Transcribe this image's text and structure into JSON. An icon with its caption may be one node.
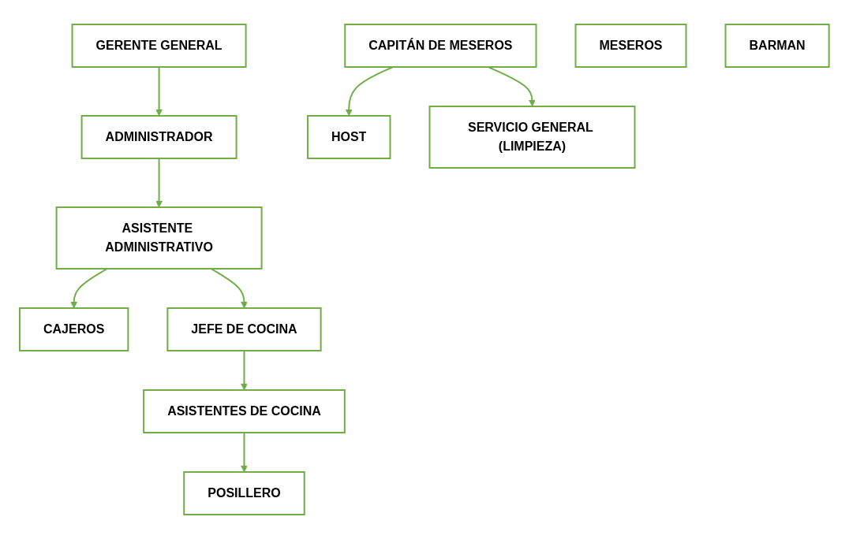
{
  "diagram": {
    "nodes": [
      {
        "text": [
          "GERENTE GENERAL"
        ]
      },
      {
        "text": [
          "ADMINISTRADOR"
        ]
      },
      {
        "text": [
          "ASISTENTE ADMINISTRATIVO"
        ]
      },
      {
        "text": [
          "CAJEROS"
        ]
      },
      {
        "text": [
          "JEFE DE COCINA"
        ]
      },
      {
        "text": [
          "ASISTENTES DE COCINA"
        ]
      },
      {
        "text": [
          "POSILLERO"
        ]
      },
      {
        "text": [
          "CAPITÁN DE MESEROS"
        ]
      },
      {
        "text": [
          "HOST"
        ]
      },
      {
        "text": [
          "MESEROS"
        ]
      },
      {
        "text": [
          "BARMAN"
        ]
      },
      {
        "text": [
          "SERVICIO GENERAL (LIMPIEZA)"
        ]
      }
    ],
    "edges": [
      {
        "from": 0,
        "to": 1,
        "arrow": "to"
      },
      {
        "from": 1,
        "to": 2,
        "arrow": "to"
      },
      {
        "from": 2,
        "to": 3,
        "arrow": "to"
      },
      {
        "from": 2,
        "to": 4,
        "arrow": "to"
      },
      {
        "from": 4,
        "to": 5,
        "arrow": "to"
      },
      {
        "from": 5,
        "to": 6,
        "arrow": "to"
      },
      {
        "from": 7,
        "to": 8,
        "arrow": "to"
      },
      {
        "from": 7,
        "to": 11,
        "arrow": "to"
      }
    ]
  }
}
